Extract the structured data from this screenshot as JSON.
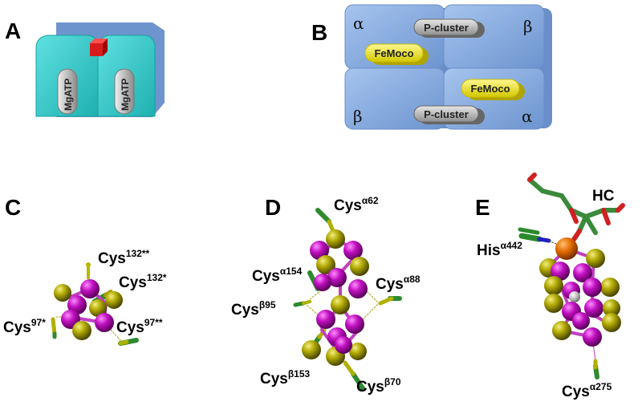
{
  "panels": {
    "A": {
      "label": "A",
      "mgatp_left": "MgATP",
      "mgatp_right": "MgATP"
    },
    "B": {
      "label": "B",
      "alpha_top_left": "α",
      "beta_top_right": "β",
      "beta_bottom_left": "β",
      "alpha_bottom_right": "α",
      "pcluster_top": "P-cluster",
      "pcluster_bottom": "P-cluster",
      "femoco_left": "FeMoco",
      "femoco_right": "FeMoco"
    },
    "C": {
      "label": "C",
      "cys_132_dd": {
        "base": "Cys",
        "sup": "132**"
      },
      "cys_132_d": {
        "base": "Cys",
        "sup": "132*"
      },
      "cys_97_d": {
        "base": "Cys",
        "sup": "97*"
      },
      "cys_97_dd": {
        "base": "Cys",
        "sup": "97**"
      }
    },
    "D": {
      "label": "D",
      "cys_a62": {
        "base": "Cys",
        "sup": "α62"
      },
      "cys_a154": {
        "base": "Cys",
        "sup": "α154"
      },
      "cys_a88": {
        "base": "Cys",
        "sup": "α88"
      },
      "cys_b95": {
        "base": "Cys",
        "sup": "β95"
      },
      "cys_b153": {
        "base": "Cys",
        "sup": "β153"
      },
      "cys_b70": {
        "base": "Cys",
        "sup": "β70"
      }
    },
    "E": {
      "label": "E",
      "hc": "HC",
      "his_a442": {
        "base": "His",
        "sup": "α442"
      },
      "cys_a275": {
        "base": "Cys",
        "sup": "α275"
      }
    }
  },
  "colors": {
    "teal": "#33cccc",
    "steel_blue": "#7ea6d8",
    "femoco_yellow": "#e8e000",
    "iron_magenta": "#b000b0",
    "sulfur_olive": "#a8a000",
    "mo_orange": "#e07010",
    "carbon_green": "#3a8a3a",
    "red_cube": "#e02020"
  }
}
